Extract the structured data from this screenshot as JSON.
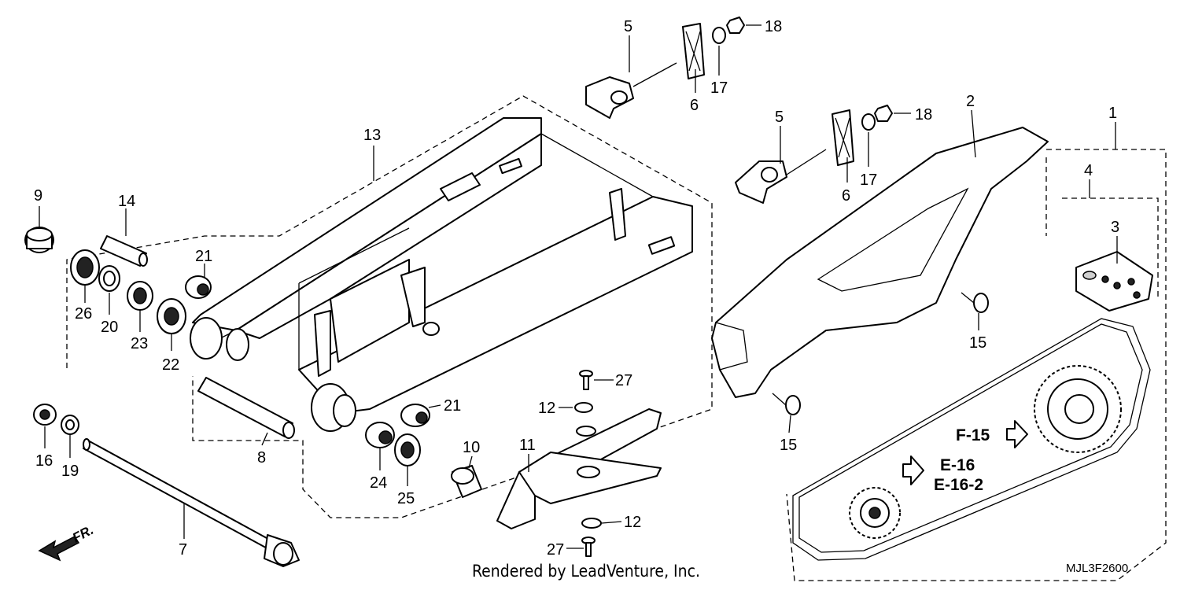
{
  "parts": {
    "p1": "1",
    "p2": "2",
    "p3": "3",
    "p4": "4",
    "p5a": "5",
    "p5b": "5",
    "p6a": "6",
    "p6b": "6",
    "p7": "7",
    "p8": "8",
    "p9": "9",
    "p10": "10",
    "p11": "11",
    "p12a": "12",
    "p12b": "12",
    "p13": "13",
    "p14": "14",
    "p15a": "15",
    "p15b": "15",
    "p16": "16",
    "p17a": "17",
    "p17b": "17",
    "p18a": "18",
    "p18b": "18",
    "p19": "19",
    "p20": "20",
    "p21a": "21",
    "p21b": "21",
    "p22": "22",
    "p23": "23",
    "p24": "24",
    "p25": "25",
    "p26": "26",
    "p27a": "27",
    "p27b": "27"
  },
  "refs": {
    "f15": "F-15",
    "e16": "E-16",
    "e162": "E-16-2"
  },
  "front_marker": "FR.",
  "credit": "Rendered by LeadVenture, Inc.",
  "diagram_code": "MJL3F2600"
}
